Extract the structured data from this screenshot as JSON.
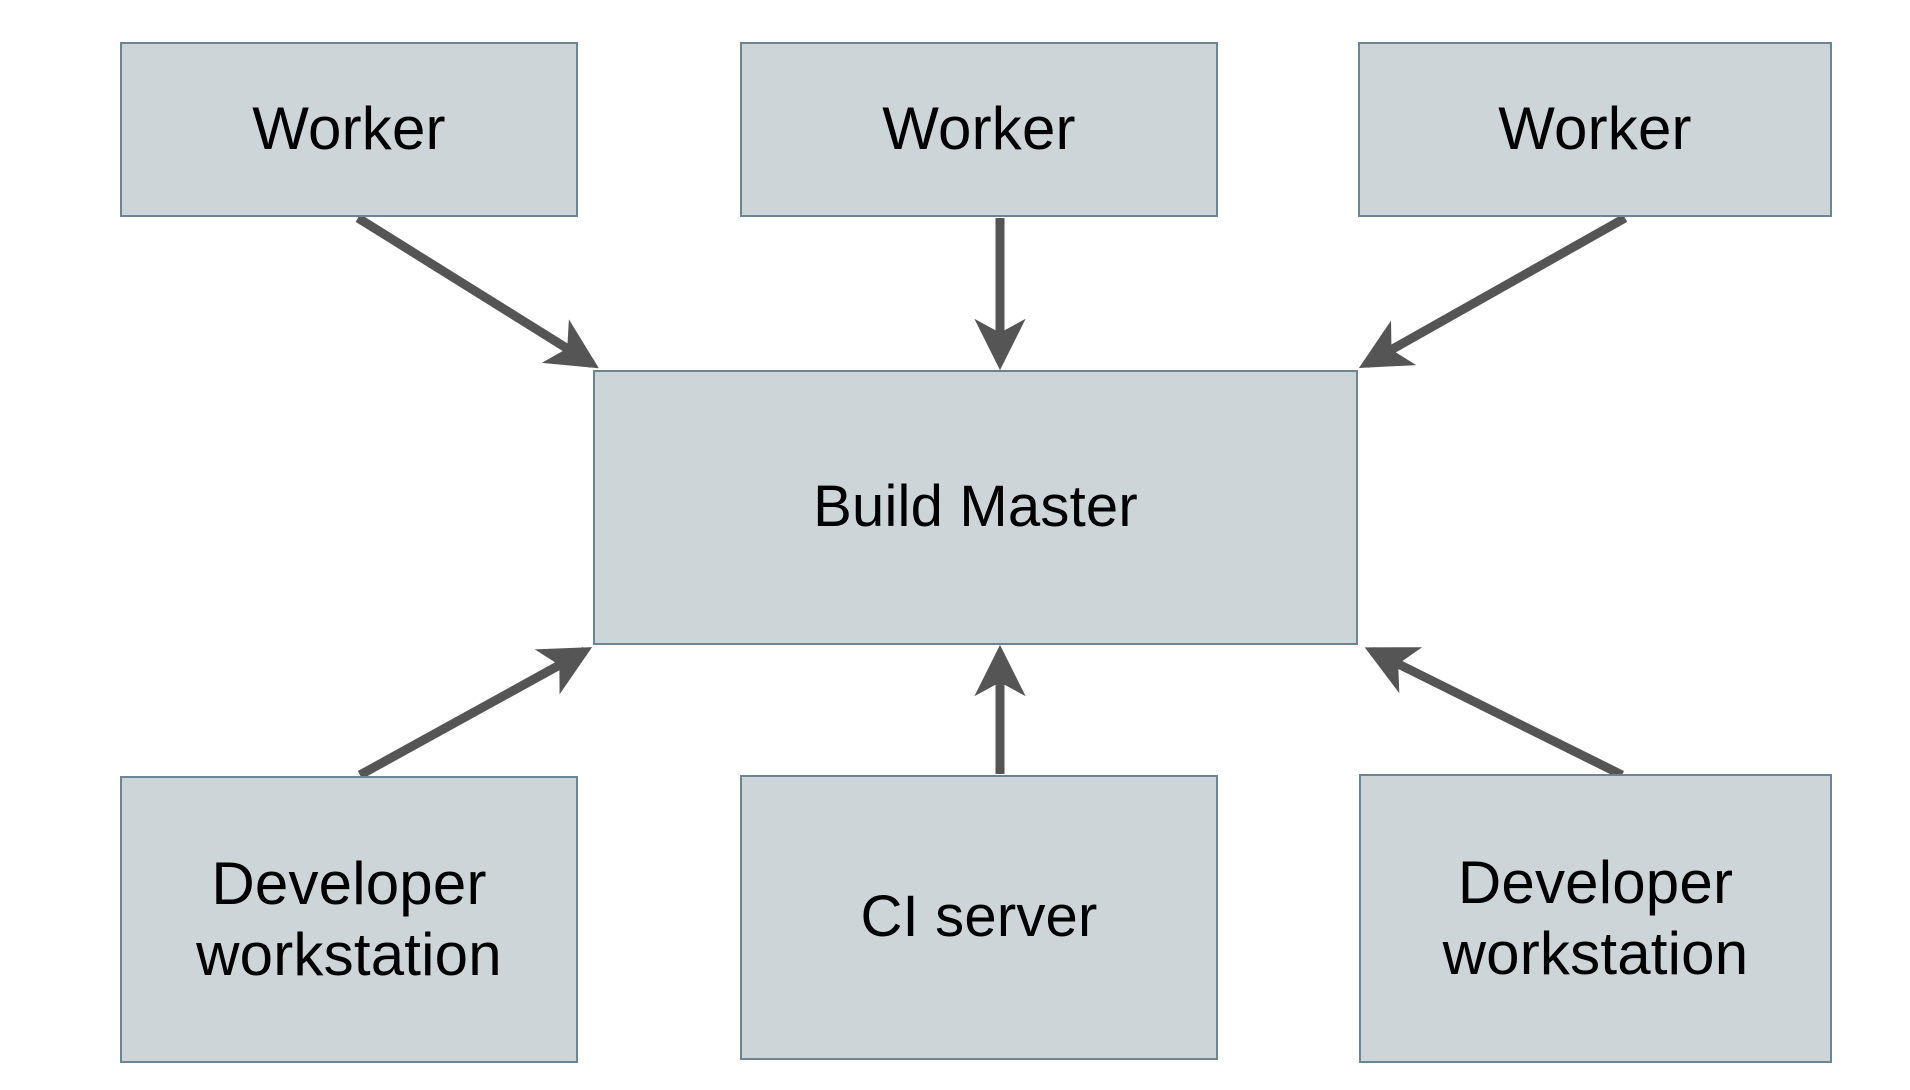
{
  "diagram": {
    "type": "architecture-flow-diagram",
    "title": "Build Master",
    "background_color": "#ffffff",
    "node_fill_color": "#ced5d9",
    "node_border_color": "#6b8592",
    "arrow_color": "#555555",
    "text_color": "#000000",
    "nodes": [
      {
        "id": "worker-1",
        "label": "Worker",
        "row": "top",
        "column": "left"
      },
      {
        "id": "worker-2",
        "label": "Worker",
        "row": "top",
        "column": "center"
      },
      {
        "id": "worker-3",
        "label": "Worker",
        "row": "top",
        "column": "right"
      },
      {
        "id": "build-master",
        "label": "Build Master",
        "row": "middle",
        "column": "center"
      },
      {
        "id": "dev-workstation-left",
        "label": "Developer\nworkstation",
        "row": "bottom",
        "column": "left"
      },
      {
        "id": "ci-server",
        "label": "CI server",
        "row": "bottom",
        "column": "center"
      },
      {
        "id": "dev-workstation-right",
        "label": "Developer\nworkstation",
        "row": "bottom",
        "column": "right"
      }
    ],
    "edges": [
      {
        "id": "edge-worker-1-to-build-master",
        "from": "worker-1",
        "to": "build-master",
        "direction": "to",
        "style": "solid-arrow"
      },
      {
        "id": "edge-worker-2-to-build-master",
        "from": "worker-2",
        "to": "build-master",
        "direction": "to",
        "style": "solid-arrow"
      },
      {
        "id": "edge-worker-3-to-build-master",
        "from": "worker-3",
        "to": "build-master",
        "direction": "to",
        "style": "solid-arrow"
      },
      {
        "id": "edge-dev-workstation-left-to-build-master",
        "from": "dev-workstation-left",
        "to": "build-master",
        "direction": "to",
        "style": "solid-arrow"
      },
      {
        "id": "edge-ci-server-to-build-master",
        "from": "ci-server",
        "to": "build-master",
        "direction": "to",
        "style": "solid-arrow"
      },
      {
        "id": "edge-dev-workstation-right-to-build-master",
        "from": "dev-workstation-right",
        "to": "build-master",
        "direction": "to",
        "style": "solid-arrow"
      }
    ]
  }
}
